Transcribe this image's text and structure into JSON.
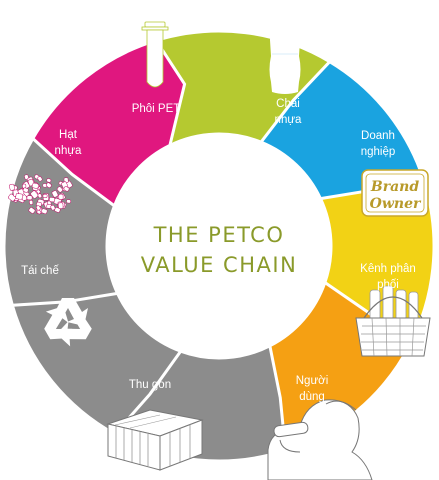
{
  "center": {
    "line1": "THE PETCO",
    "line2": "VALUE CHAIN"
  },
  "segments": [
    {
      "line1": "Phôi PET",
      "line2": "",
      "color": "#b5c930",
      "icon": "preform-icon"
    },
    {
      "line1": "Chai",
      "line2": "nhựa",
      "color": "#1aa3e0",
      "icon": "bottle-icon"
    },
    {
      "line1": "Doanh",
      "line2": "nghiệp",
      "color": "#f2d215",
      "icon": "brand-owner-icon"
    },
    {
      "line1": "Kênh phân",
      "line2": "phối",
      "color": "#f5a013",
      "icon": "shopping-basket-icon"
    },
    {
      "line1": "Người",
      "line2": "dùng",
      "color": "#8c8c8c",
      "icon": "person-drinking-icon"
    },
    {
      "line1": "Thu gon",
      "line2": "",
      "color": "#8c8c8c",
      "icon": "bale-icon"
    },
    {
      "line1": "Tái chế",
      "line2": "",
      "color": "#8c8c8c",
      "icon": "recycle-icon"
    },
    {
      "line1": "Hạt",
      "line2": "nhựa",
      "color": "#e0177f",
      "icon": "plastic-pellets-icon"
    }
  ],
  "brand_owner": {
    "line1": "Brand",
    "line2": "Owner"
  }
}
